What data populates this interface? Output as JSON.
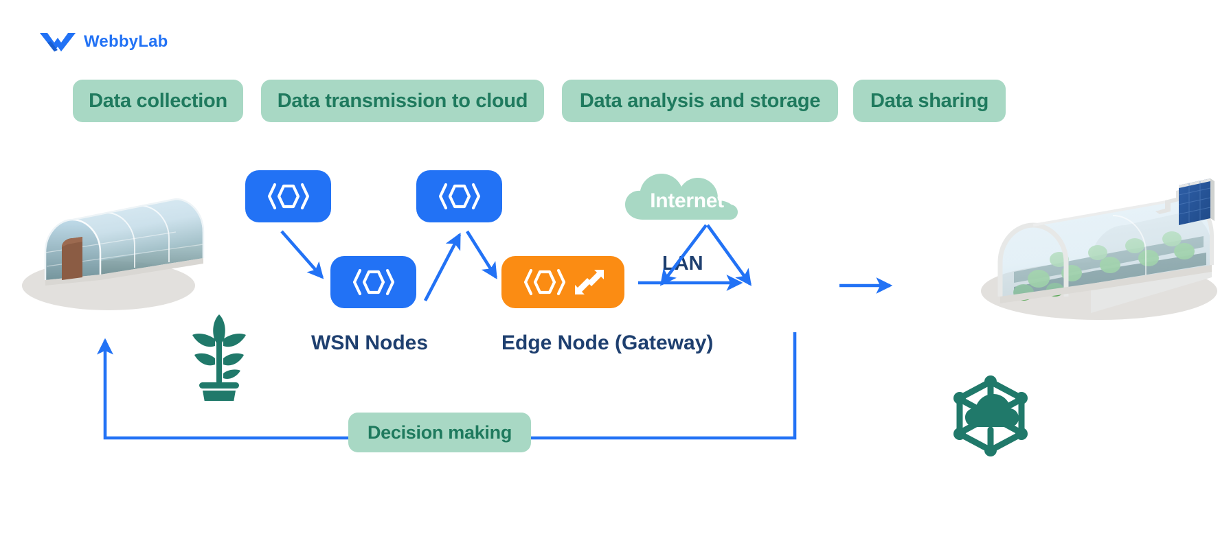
{
  "brand": {
    "logo_icon": "webbylab-w-logo-icon",
    "name": "WebbyLab",
    "color": "#2272f5"
  },
  "colors": {
    "badge_bg": "#a8d8c4",
    "badge_text": "#1f7a5e",
    "node_blue": "#2272f5",
    "node_orange": "#fb8c13",
    "dark_navy": "#1e3f6f",
    "arrow_blue": "#2272f5",
    "teal_icon": "#20796a",
    "page_bg": "#ffffff"
  },
  "stages": {
    "items": [
      {
        "label": "Data collection"
      },
      {
        "label": "Data transmission to cloud"
      },
      {
        "label": "Data analysis and storage"
      },
      {
        "label": "Data sharing"
      }
    ]
  },
  "nodes": {
    "wsn_1": {
      "icon": "sensor-node-icon",
      "color": "#2272f5"
    },
    "wsn_2": {
      "icon": "sensor-node-icon",
      "color": "#2272f5"
    },
    "wsn_3": {
      "icon": "sensor-node-icon",
      "color": "#2272f5"
    },
    "edge": {
      "icon": "sensor-node-icon",
      "secondary_icon": "bidirectional-exchange-icon",
      "color": "#fb8c13"
    }
  },
  "labels": {
    "wsn_nodes": "WSN Nodes",
    "edge_node": "Edge Node (Gateway)",
    "lan": "LAN",
    "internet": "Internet",
    "decision_making": "Decision making"
  },
  "illustrations": {
    "greenhouse_left": "greenhouse-empty-illustration",
    "greenhouse_right": "greenhouse-with-plants-and-solar-panel-illustration",
    "plant": "potted-plant-icon",
    "iot_cloud": "iot-cloud-network-icon"
  },
  "flow": {
    "arrows": [
      {
        "name": "wsn1-to-wsn2",
        "from": "wsn_1",
        "to": "wsn_2"
      },
      {
        "name": "wsn2-to-wsn3",
        "from": "wsn_2",
        "to": "wsn_3"
      },
      {
        "name": "wsn3-to-edge",
        "from": "wsn_3",
        "to": "edge"
      },
      {
        "name": "edge-to-lan",
        "from": "edge",
        "to": "lan"
      },
      {
        "name": "internet-downlink-left",
        "from": "internet",
        "to": "lan"
      },
      {
        "name": "internet-downlink-right",
        "from": "internet",
        "to": "lan"
      },
      {
        "name": "to-greenhouse-right",
        "from": "lan",
        "to": "greenhouse_right"
      },
      {
        "name": "decision-feedback-loop",
        "from": "decision_making",
        "to": "greenhouse_left"
      }
    ]
  }
}
